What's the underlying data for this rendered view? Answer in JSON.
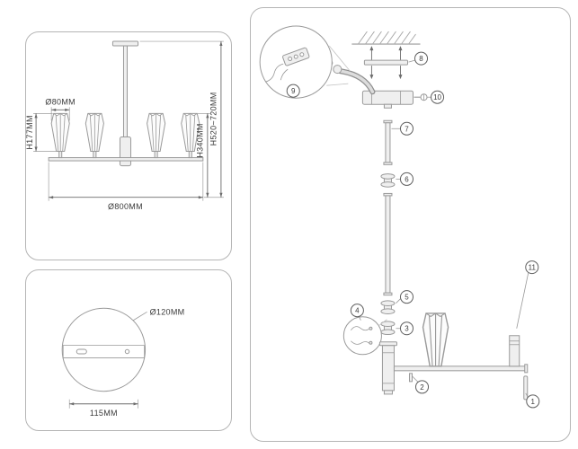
{
  "front_view": {
    "shade_diameter": "Ø80MM",
    "shade_height": "H177MM",
    "body_height": "H340MM",
    "total_height": "H520~720MM",
    "total_width": "Ø800MM"
  },
  "top_view": {
    "canopy_diameter": "Ø120MM",
    "bracket_width": "115MM"
  },
  "assembly": {
    "callouts": [
      "1",
      "2",
      "3",
      "4",
      "5",
      "6",
      "7",
      "8",
      "9",
      "10",
      "11"
    ]
  },
  "colors": {
    "paper": "#ffffff",
    "panel_border": "#b5b5b5",
    "line": "#9a9a9a",
    "fill": "#efefef",
    "dim": "#6b6b6b",
    "text": "#3a3a3a"
  }
}
